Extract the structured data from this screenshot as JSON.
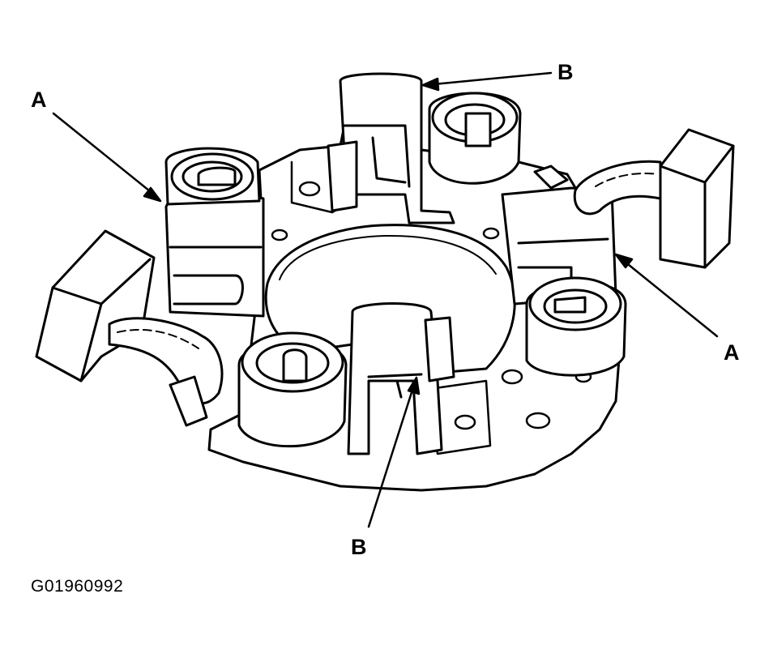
{
  "callouts": {
    "a_left": "A",
    "b_top": "B",
    "a_right": "A",
    "b_bottom": "B"
  },
  "figure_id": "G01960992"
}
